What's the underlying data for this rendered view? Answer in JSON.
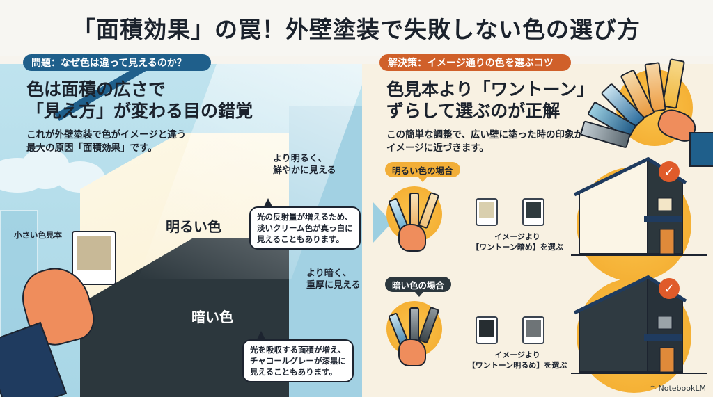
{
  "title": "「面積効果」の罠！外壁塗装で失敗しない色の選び方",
  "left": {
    "pill": "問題：なぜ色は違って見えるのか？",
    "heading_line1": "色は面積の広さで",
    "heading_line2": "「見え方」が変わる目の錯覚",
    "sub_line1": "これが外壁塗装で色がイメージと違う",
    "sub_line2": "最大の原因「面積効果」です。",
    "small_sample_label": "小さい色見本",
    "light_label": "明るい色",
    "dark_label": "暗い色",
    "brighter_note_line1": "より明るく、",
    "brighter_note_line2": "鮮やかに見える",
    "darker_note_line1": "より暗く、",
    "darker_note_line2": "重厚に見える",
    "light_bubble_line1": "光の反射量が増えるため、",
    "light_bubble_line2": "淡いクリーム色が真っ白に",
    "light_bubble_line3": "見えることもあります。",
    "dark_bubble_line1": "光を吸収する面積が増え、",
    "dark_bubble_line2": "チャコールグレーが漆黒に",
    "dark_bubble_line3": "見えることもあります。"
  },
  "right": {
    "pill": "解決策：イメージ通りの色を選ぶコツ",
    "heading_line1": "色見本より「ワントーン」",
    "heading_line2": "ずらして選ぶのが正解",
    "sub_line1": "この簡単な調整で、広い壁に塗った時の印象が",
    "sub_line2": "イメージに近づきます。",
    "light_case": {
      "tag": "明るい色の場合",
      "caption_line1": "イメージより",
      "caption_line2": "【ワントーン暗め】を選ぶ",
      "swatch_from": "#d9cfae",
      "swatch_to": "#2f3b3f"
    },
    "dark_case": {
      "tag": "暗い色の場合",
      "caption_line1": "イメージより",
      "caption_line2": "【ワントーン明るめ】を選ぶ",
      "swatch_from": "#262d31",
      "swatch_to": "#6e7477"
    }
  },
  "footer": {
    "brand": "NotebookLM"
  },
  "colors": {
    "blue_accent": "#1f5f8b",
    "orange_accent": "#d0602a",
    "sun": "#f2a92c",
    "charcoal": "#2c373d",
    "cream": "#fbf2d8"
  }
}
